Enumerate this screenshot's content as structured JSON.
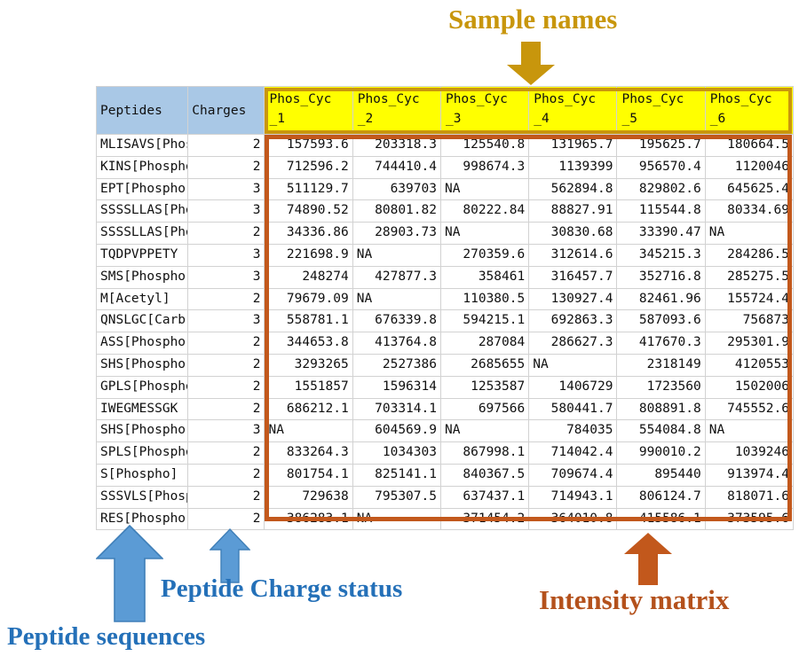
{
  "annotations": {
    "sample_names": {
      "text": "Sample names",
      "color": "#c8960c",
      "arrow": "down-arrow-icon"
    },
    "intensity_matrix": {
      "text": "Intensity matrix",
      "color": "#b4511c",
      "arrow": "up-arrow-icon"
    },
    "peptide_charge_status": {
      "text": "Peptide Charge status",
      "color": "#2470b8",
      "arrow": "up-arrow-icon"
    },
    "peptide_sequences": {
      "text": "Peptide sequences",
      "color": "#2470b8",
      "arrow": "up-arrow-icon"
    }
  },
  "highlight_boxes": {
    "header_box_color": "#c9960d",
    "data_box_color": "#c2581c",
    "header_fill_color": "#ffff00",
    "index_header_fill_color": "#a9c8e6"
  },
  "table": {
    "headers": {
      "peptides": "Peptides",
      "charges": "Charges",
      "samples": [
        "Phos_Cyc\n_1",
        "Phos_Cyc\n_2",
        "Phos_Cyc\n_3",
        "Phos_Cyc\n_4",
        "Phos_Cyc\n_5",
        "Phos_Cyc\n_6"
      ]
    },
    "rows": [
      {
        "peptide": "MLISAVS[Phospho]",
        "charge": "2",
        "values": [
          "157593.6",
          "203318.3",
          "125540.8",
          "131965.7",
          "195625.7",
          "180664.5"
        ]
      },
      {
        "peptide": "KINS[Phospho]",
        "charge": "2",
        "values": [
          "712596.2",
          "744410.4",
          "998674.3",
          "1139399",
          "956570.4",
          "1120046"
        ]
      },
      {
        "peptide": "EPT[Phospho]",
        "charge": "3",
        "values": [
          "511129.7",
          "639703",
          "NA",
          "562894.8",
          "829802.6",
          "645625.4"
        ]
      },
      {
        "peptide": "SSSSLLAS[Phospho]",
        "charge": "3",
        "values": [
          "74890.52",
          "80801.82",
          "80222.84",
          "88827.91",
          "115544.8",
          "80334.69"
        ]
      },
      {
        "peptide": "SSSSLLAS[Phospho]",
        "charge": "2",
        "values": [
          "34336.86",
          "28903.73",
          "NA",
          "30830.68",
          "33390.47",
          "NA"
        ]
      },
      {
        "peptide": "TQDPVPPETY",
        "charge": "3",
        "values": [
          "221698.9",
          "NA",
          "270359.6",
          "312614.6",
          "345215.3",
          "284286.5"
        ]
      },
      {
        "peptide": "SMS[Phospho]",
        "charge": "3",
        "values": [
          "248274",
          "427877.3",
          "358461",
          "316457.7",
          "352716.8",
          "285275.5"
        ]
      },
      {
        "peptide": "M[Acetyl]",
        "charge": "2",
        "values": [
          "79679.09",
          "NA",
          "110380.5",
          "130927.4",
          "82461.96",
          "155724.4"
        ]
      },
      {
        "peptide": "QNSLGC[Carb]",
        "charge": "3",
        "values": [
          "558781.1",
          "676339.8",
          "594215.1",
          "692863.3",
          "587093.6",
          "756873"
        ]
      },
      {
        "peptide": "ASS[Phospho]",
        "charge": "2",
        "values": [
          "344653.8",
          "413764.8",
          "287084",
          "286627.3",
          "417670.3",
          "295301.9"
        ]
      },
      {
        "peptide": "SHS[Phospho]",
        "charge": "2",
        "values": [
          "3293265",
          "2527386",
          "2685655",
          "NA",
          "2318149",
          "4120553"
        ]
      },
      {
        "peptide": "GPLS[Phospho]",
        "charge": "2",
        "values": [
          "1551857",
          "1596314",
          "1253587",
          "1406729",
          "1723560",
          "1502006"
        ]
      },
      {
        "peptide": "IWEGMESSGK",
        "charge": "2",
        "values": [
          "686212.1",
          "703314.1",
          "697566",
          "580441.7",
          "808891.8",
          "745552.6"
        ]
      },
      {
        "peptide": "SHS[Phospho]",
        "charge": "3",
        "values": [
          "NA",
          "604569.9",
          "NA",
          "784035",
          "554084.8",
          "NA"
        ]
      },
      {
        "peptide": "SPLS[Phospho]",
        "charge": "2",
        "values": [
          "833264.3",
          "1034303",
          "867998.1",
          "714042.4",
          "990010.2",
          "1039246"
        ]
      },
      {
        "peptide": "S[Phospho]",
        "charge": "2",
        "values": [
          "801754.1",
          "825141.1",
          "840367.5",
          "709674.4",
          "895440",
          "913974.4"
        ]
      },
      {
        "peptide": "SSSVLS[Phospho]",
        "charge": "2",
        "values": [
          "729638",
          "795307.5",
          "637437.1",
          "714943.1",
          "806124.7",
          "818071.6"
        ]
      },
      {
        "peptide": "RES[Phospho]",
        "charge": "2",
        "values": [
          "386283.1",
          "NA",
          "371454.2",
          "364010.8",
          "415586.1",
          "373595.6"
        ]
      }
    ]
  }
}
